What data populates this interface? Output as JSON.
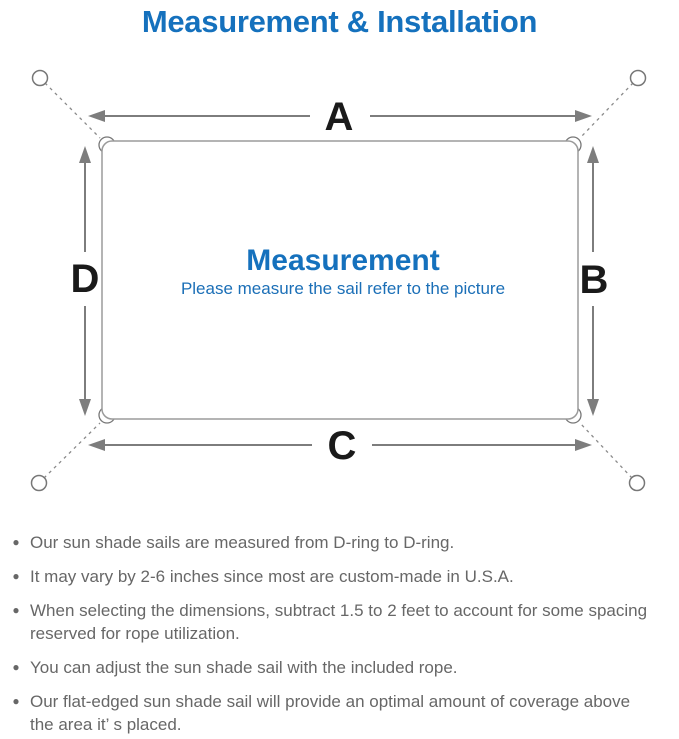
{
  "header": {
    "title": "Measurement & Installation"
  },
  "diagram": {
    "labels": {
      "top": "A",
      "right": "B",
      "bottom": "C",
      "left": "D"
    },
    "center": {
      "heading": "Measurement",
      "subheading": "Please measure the sail refer to the picture"
    }
  },
  "notes": {
    "bullet_glyph": "●",
    "items": [
      {
        "lines": [
          "Our sun shade sails are measured from D-ring to D-ring."
        ]
      },
      {
        "lines": [
          "It may vary by 2-6 inches since most are custom-made in U.S.A."
        ]
      },
      {
        "lines": [
          "When selecting the dimensions, subtract 1.5 to 2 feet to account for some spacing",
          "reserved for rope utilization."
        ]
      },
      {
        "lines": [
          "You can adjust the sun shade sail with the included rope."
        ]
      },
      {
        "lines": [
          "Our flat-edged sun shade sail will provide an optimal amount of coverage above",
          "the area it’ s placed."
        ]
      }
    ]
  },
  "colors": {
    "accent_blue": "#1571bd",
    "subtitle_blue": "#1b6fb7",
    "label_black": "#1a1a1a",
    "note_gray": "#676767",
    "line_gray": "#7d7d7d",
    "border_gray": "#9b9b9b",
    "ring_gray": "#777777",
    "rope_gray": "#8a8a8a"
  }
}
